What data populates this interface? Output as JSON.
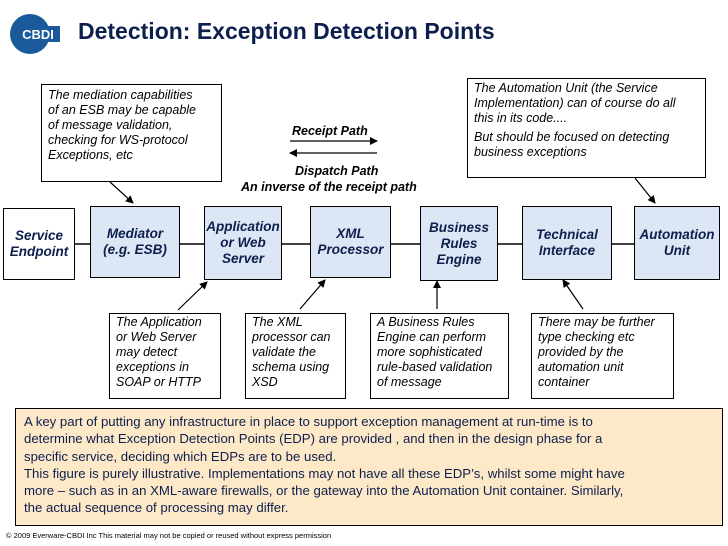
{
  "logo": {
    "text": "CBDI"
  },
  "title": "Detection: Exception Detection Points",
  "paths": {
    "receipt": "Receipt Path",
    "dispatch": "Dispatch Path",
    "inverse": "An inverse of the receipt path"
  },
  "callouts": {
    "esb": [
      "The mediation capabilities",
      "of an ESB may be capable",
      "of message validation,",
      "checking for WS-protocol",
      "Exceptions, etc"
    ],
    "automation": [
      "The Automation Unit (the Service",
      "Implementation) can of course do all",
      "this in its code....",
      "But should be focused on detecting",
      "business exceptions"
    ],
    "appserver": [
      "The Application",
      "or Web Server",
      "may detect",
      "exceptions in",
      "SOAP or HTTP"
    ],
    "xml": [
      "The XML",
      "processor can",
      "validate the",
      "schema using",
      "XSD"
    ],
    "rules": [
      "A Business Rules",
      "Engine can perform",
      "more sophisticated",
      "rule-based validation",
      "of message"
    ],
    "technical": [
      "There may be further",
      "type checking etc",
      "provided by the",
      "automation unit",
      "container"
    ]
  },
  "components": {
    "service_endpoint": [
      "Service",
      "Endpoint"
    ],
    "mediator": [
      "Mediator",
      "(e.g. ESB)"
    ],
    "app_server": [
      "Application",
      "or Web",
      "Server"
    ],
    "xml_processor": [
      "XML",
      "Processor"
    ],
    "rules_engine": [
      "Business",
      "Rules",
      "Engine"
    ],
    "technical_interface": [
      "Technical",
      "Interface"
    ],
    "automation_unit": [
      "Automation",
      "Unit"
    ]
  },
  "summary": [
    "A key part of putting any infrastructure in place to support exception management at run-time is to",
    "determine what Exception Detection Points (EDP) are provided , and then in the design phase for a",
    "specific service, deciding which EDPs are to be used.",
    "This figure is purely illustrative. Implementations may not have all these EDP’s, whilst some might have",
    "more – such as in an XML-aware firewalls, or the gateway into the Automation Unit container. Similarly,",
    "the actual sequence of processing may differ."
  ],
  "copyright": "© 2009 Everware-CBDI Inc This material may not be copied or reused without express permission",
  "colors": {
    "box_fill": "#dde6f4",
    "summary_fill": "#fde9c8",
    "title": "#0d1f4d",
    "logo_bg": "#1a5a9a"
  }
}
